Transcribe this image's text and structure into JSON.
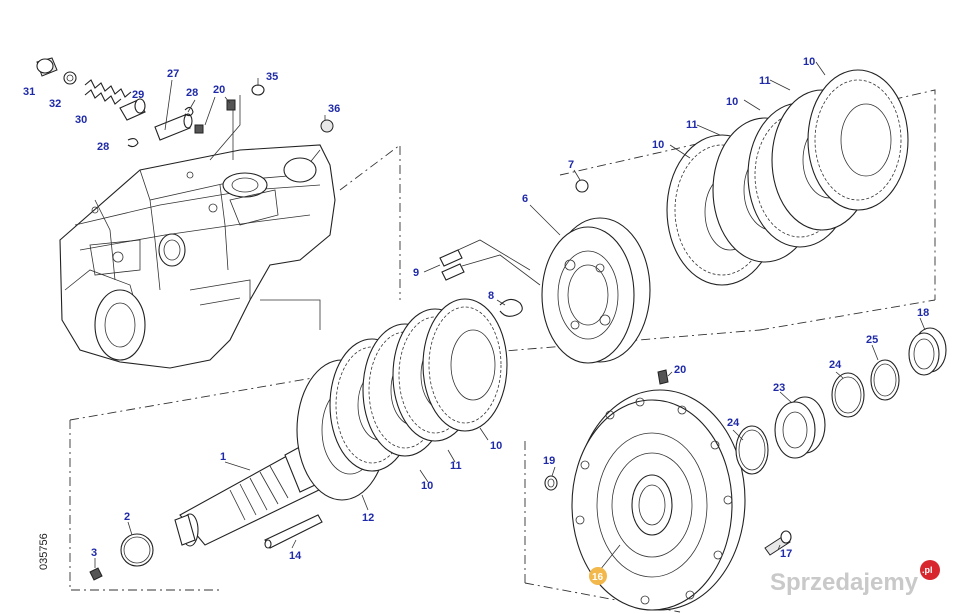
{
  "drawing_code": "035756",
  "highlight_color": "#f2b84b",
  "label_color": "#1f2aa8",
  "watermark": {
    "text": "Sprzedajemy",
    "badge": ".pl"
  },
  "callouts": {
    "c1": "1",
    "c2": "2",
    "c3": "3",
    "c6": "6",
    "c7": "7",
    "c8": "8",
    "c9": "9",
    "c10a": "10",
    "c10b": "10",
    "c10c": "10",
    "c10d": "10",
    "c10e": "10",
    "c11a": "11",
    "c11b": "11",
    "c11c": "11",
    "c12": "12",
    "c14": "14",
    "c16": "16",
    "c17": "17",
    "c18": "18",
    "c19": "19",
    "c20a": "20",
    "c20b": "20",
    "c23": "23",
    "c24a": "24",
    "c24b": "24",
    "c25": "25",
    "c27": "27",
    "c28a": "28",
    "c28b": "28",
    "c29": "29",
    "c30": "30",
    "c31": "31",
    "c32": "32",
    "c35": "35",
    "c36": "36"
  }
}
